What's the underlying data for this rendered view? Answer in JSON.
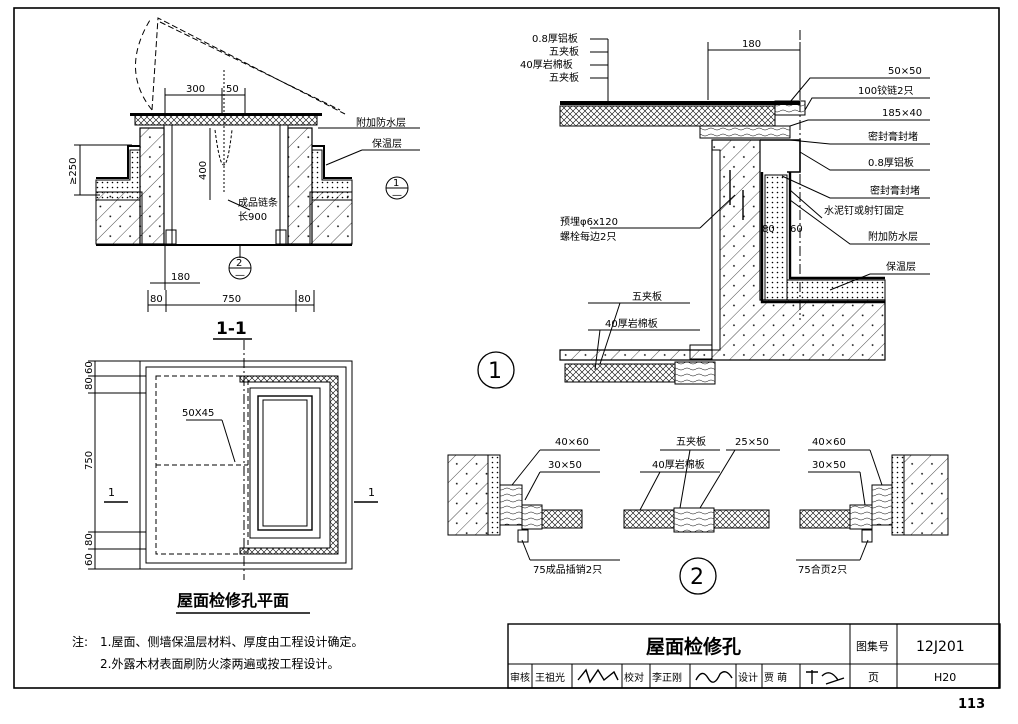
{
  "section_view": {
    "dims": {
      "d300": "300",
      "d50": "50",
      "d400": "400",
      "d250": "≥250",
      "d180": "180",
      "d80a": "80",
      "d750": "750",
      "d80b": "80"
    },
    "callouts": {
      "waterproof": "附加防水层",
      "insulation": "保温层",
      "chain": "成品链条",
      "chain_len": "长900"
    },
    "tags": {
      "c1_top": "1",
      "c1_bot": "—",
      "c2_top": "2",
      "c2_bot": "—"
    },
    "title": "1-1"
  },
  "plan_view": {
    "dims": {
      "v60a": "60",
      "v80a": "80",
      "v750": "750",
      "v80b": "80",
      "v60b": "60"
    },
    "bead": "50X45",
    "cut_left": "1",
    "cut_right": "1",
    "title": "屋面检修孔平面"
  },
  "detail1": {
    "dim180": "180",
    "left_labels": [
      "0.8厚铝板",
      "五夹板",
      "40厚岩棉板",
      "五夹板"
    ],
    "right_labels": [
      "50×50",
      "100铰链2只",
      "185×40",
      "密封膏封堵",
      "0.8厚铝板",
      "密封膏封堵",
      "水泥钉或射钉固定",
      "附加防水层",
      "保温层"
    ],
    "bolt1": "预埋φ6x120",
    "bolt2": "螺栓每边2只",
    "n80": "80",
    "n60": "60",
    "plywood": "五夹板",
    "rockwool": "40厚岩棉板",
    "num": "1"
  },
  "detail2": {
    "left": {
      "a": "40×60",
      "b": "30×50",
      "c": "75成品插销2只"
    },
    "mid": {
      "a": "五夹板",
      "b": "25×50",
      "c": "40厚岩棉板"
    },
    "right": {
      "a": "40×60",
      "b": "30×50",
      "c": "75合页2只"
    },
    "num": "2"
  },
  "notes": {
    "prefix": "注:",
    "n1": "1.屋面、侧墙保温层材料、厚度由工程设计确定。",
    "n2": "2.外露木材表面刷防火漆两遍或按工程设计。"
  },
  "title_block": {
    "title": "屋面检修孔",
    "atlas_label": "图集号",
    "atlas_no": "12J201",
    "page_label": "页",
    "page_no": "H20",
    "reviewer_label": "审核",
    "reviewer": "王祖光",
    "checker_label": "校对",
    "checker": "李正刚",
    "designer_label": "设计",
    "designer": "贾 萌"
  },
  "sheet_number": "113"
}
